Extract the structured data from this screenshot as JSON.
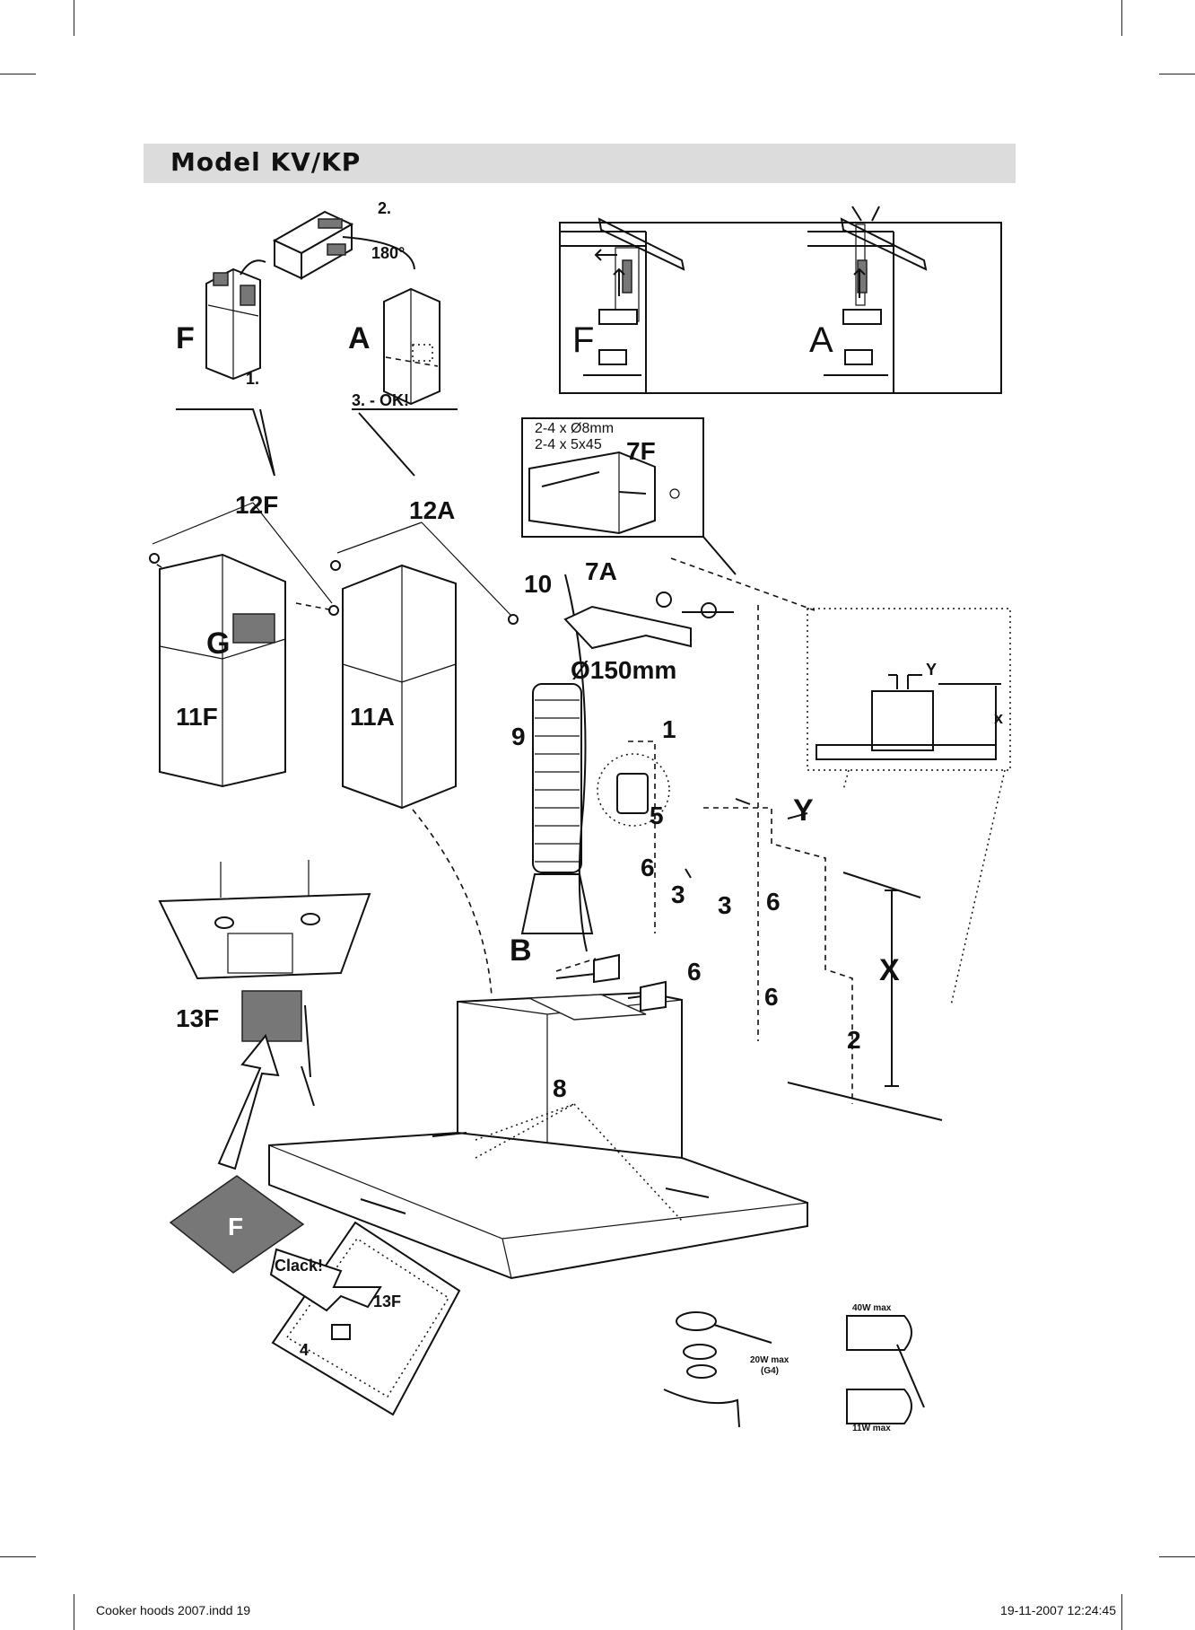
{
  "title": "Model KV/KP",
  "labels": {
    "l_2": "2.",
    "l_180": "180°",
    "l_F_top": "F",
    "l_A_top": "A",
    "l_1dot": "1.",
    "l_3ok": "3. - OK!",
    "l_F_room": "F",
    "l_A_room": "A",
    "l_screw1": "2-4 x Ø8mm",
    "l_screw2": "2-4 x 5x45",
    "l_7F": "7F",
    "l_12F": "12F",
    "l_12A": "12A",
    "l_10": "10",
    "l_7A": "7A",
    "l_G": "G",
    "l_150": "Ø150mm",
    "l_11F": "11F",
    "l_11A": "11A",
    "l_9": "9",
    "l_1": "1",
    "l_Ysmall": "Y",
    "l_xsmall": "x",
    "l_5": "5",
    "l_Y": "Y",
    "l_6a": "6",
    "l_3a": "3",
    "l_3b": "3",
    "l_6b": "6",
    "l_X": "X",
    "l_B": "B",
    "l_6c": "6",
    "l_6d": "6",
    "l_2step": "2",
    "l_13F": "13F",
    "l_8": "8",
    "l_Ffilter": "F",
    "l_clack": "Clack!",
    "l_13Fb": "13F",
    "l_4": "4",
    "l_40w": "40W max",
    "l_20w": "20W max",
    "l_g4": "(G4)",
    "l_11w": "11W max"
  },
  "footer": {
    "left": "Cooker hoods 2007.indd   19",
    "right": "19-11-2007   12:24:45"
  }
}
